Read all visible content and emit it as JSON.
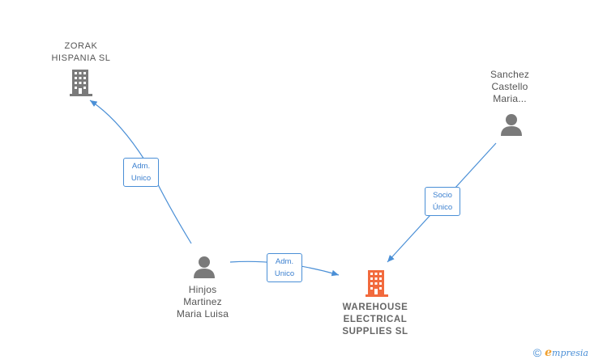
{
  "nodes": {
    "zorak": {
      "lines": [
        "ZORAK",
        "HISPANIA  SL"
      ],
      "type": "company"
    },
    "sanchez": {
      "lines": [
        "Sanchez",
        "Castello",
        "Maria..."
      ],
      "type": "person"
    },
    "hinjos": {
      "lines": [
        "Hinjos",
        "Martinez",
        "Maria Luisa"
      ],
      "type": "person"
    },
    "warehouse": {
      "lines": [
        "WAREHOUSE",
        "ELECTRICAL",
        "SUPPLIES  SL"
      ],
      "type": "company",
      "highlight": true
    }
  },
  "edges": {
    "hinjos_zorak": {
      "lines": [
        "Adm.",
        "Unico"
      ]
    },
    "hinjos_warehouse": {
      "lines": [
        "Adm.",
        "Unico"
      ]
    },
    "sanchez_warehouse": {
      "lines": [
        "Socio",
        "Único"
      ]
    }
  },
  "colors": {
    "company_icon": "#7a7a7a",
    "company_icon_highlight": "#f26a3d",
    "person_icon": "#7a7a7a",
    "edge": "#4a8fd6"
  },
  "footer": {
    "copyright": "©",
    "brand_initial": "e",
    "brand_rest": "mpresia"
  }
}
